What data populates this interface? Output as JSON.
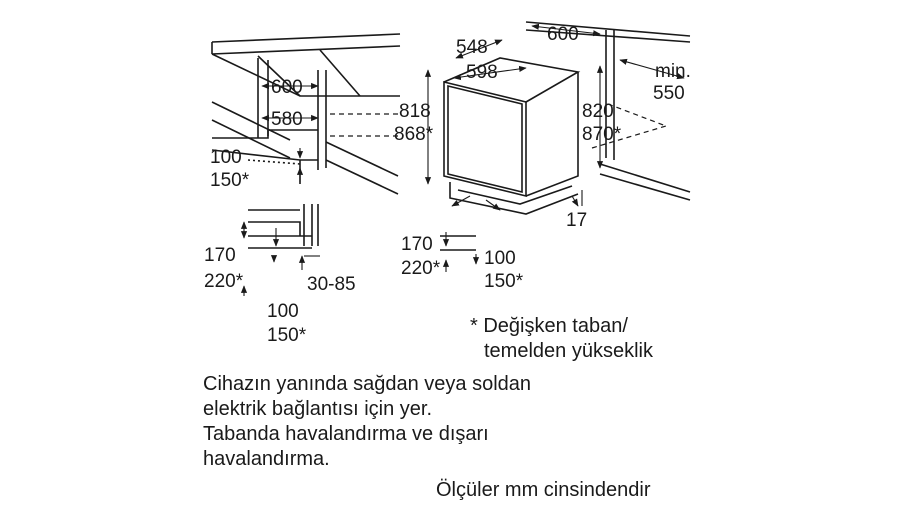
{
  "labels": {
    "w600_left": "600",
    "w580": "580",
    "h100_left": "100",
    "h150_left": "150*",
    "h170_left": "170",
    "h220_left": "220*",
    "d30_85": "30-85",
    "h100_bottom": "100",
    "h150_bottom": "150*",
    "w548": "548",
    "w598": "598",
    "h818": "818",
    "h868": "868*",
    "w600_right": "600",
    "min_label": "min.",
    "d550": "550",
    "h820": "820",
    "h870": "870*",
    "h170_mid": "170",
    "h220_mid": "220*",
    "h100_mid": "100",
    "h150_mid": "150*",
    "w17": "17"
  },
  "notes": {
    "variable_line1": "* Değişken taban/",
    "variable_line2": "temelden yükseklik",
    "main_line1": "Cihazın yanında sağdan veya soldan",
    "main_line2": "elektrik bağlantısı için yer.",
    "main_line3": "Tabanda havalandırma ve dışarı",
    "main_line4": "havalandırma.",
    "units": "Ölçüler mm cinsindendir"
  }
}
